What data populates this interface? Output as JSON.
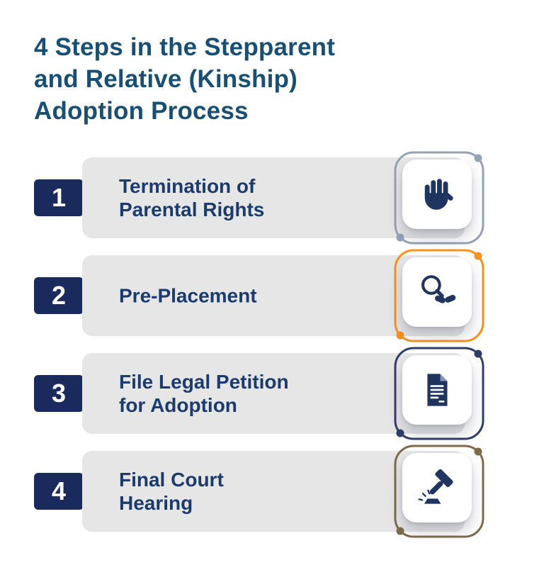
{
  "title": "4 Steps in the Stepparent\nand Relative (Kinship)\nAdoption Process",
  "steps": [
    {
      "number": "1",
      "label": "Termination of\nParental Rights",
      "icon": "hand-icon",
      "accent": "#94a3b5"
    },
    {
      "number": "2",
      "label": "Pre-Placement",
      "icon": "magnifier-handshake-icon",
      "accent": "#f6921e"
    },
    {
      "number": "3",
      "label": "File Legal Petition\nfor Adoption",
      "icon": "document-icon",
      "accent": "#2e3e69"
    },
    {
      "number": "4",
      "label": "Final Court\nHearing",
      "icon": "gavel-icon",
      "accent": "#7d6b4c"
    }
  ],
  "colors": {
    "title_text": "#1a4f74",
    "step_label_text": "#1c3b6d",
    "badge_bg": "#1b2a5c",
    "badge_text": "#ffffff",
    "bar_bg": "#e6e6e7",
    "icon_navy": "#1f3560",
    "card_bg": "#ffffff",
    "accent_step1": "#94a3b5",
    "accent_step2": "#f6921e",
    "accent_step3": "#2e3e69",
    "accent_step4": "#7d6b4c"
  }
}
